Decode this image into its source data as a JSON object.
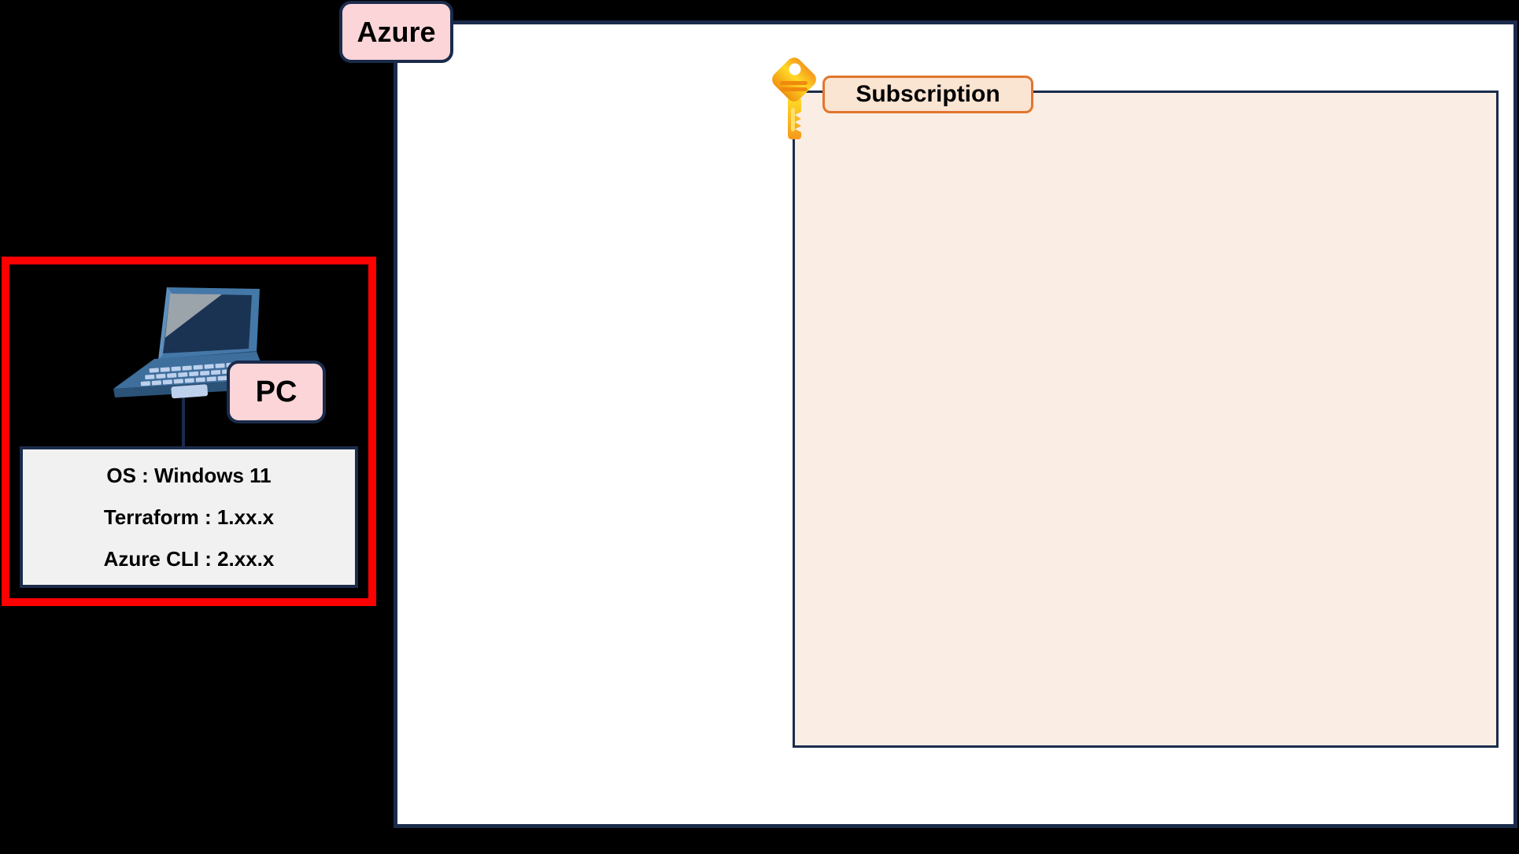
{
  "diagram": {
    "azure": {
      "label": "Azure"
    },
    "subscription": {
      "label": "Subscription"
    },
    "pc": {
      "label": "PC",
      "specs": {
        "os": "OS : Windows 11",
        "terraform": "Terraform : 1.xx.x",
        "azure_cli": "Azure CLI : 2.xx.x"
      }
    },
    "icons": {
      "key": "key-icon",
      "laptop": "laptop-illustration"
    },
    "colors": {
      "background": "#000000",
      "navy_border": "#1B2B4B",
      "pink_label_fill": "#FBD5D8",
      "subscription_fill": "#FAEDE3",
      "subscription_label_fill": "#FAE4D2",
      "orange_border": "#E2762D",
      "red_border": "#FF0000",
      "spec_box_fill": "#F1F1F1",
      "key_yellow": "#FFD927",
      "key_orange": "#F5991B"
    }
  }
}
